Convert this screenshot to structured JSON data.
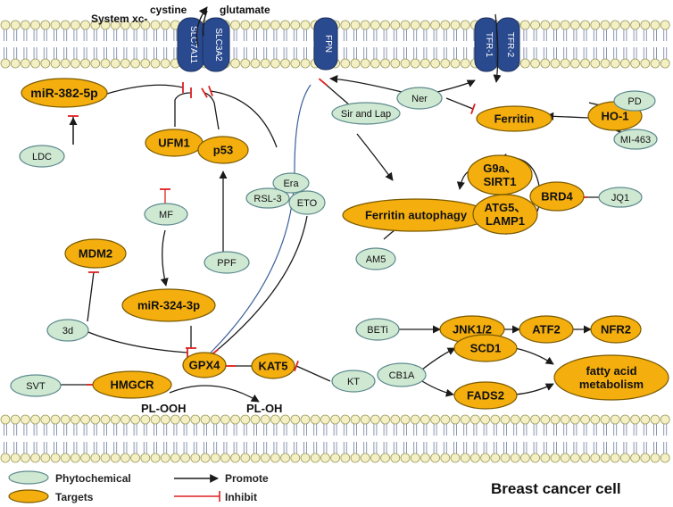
{
  "colors": {
    "phytochemical_fill": "#cfe8d2",
    "phytochemical_stroke": "#5e8a8e",
    "target_fill": "#f4ae0e",
    "target_stroke": "#7a5a00",
    "membrane_head": "#f5f0c4",
    "membrane_head_stroke": "#9a9a5e",
    "membrane_tail": "#7d8ca8",
    "channel_fill": "#2a4a8f",
    "promote": "#1a1a1a",
    "inhibit": "#e02020",
    "connector_blue": "#3a5f9a"
  },
  "header": {
    "system_xc": "System xc-",
    "cystine": "cystine",
    "glutamate": "glutamate"
  },
  "channels": {
    "slc7a11": "SLC7A11",
    "slc3a2": "SLC3A2",
    "fpn": "FPN",
    "tfr1": "TFR-1",
    "tfr2": "TFR-2"
  },
  "nodes": {
    "mir382": "miR-382-5p",
    "ldc": "LDC",
    "ufm1": "UFM1",
    "p53": "p53",
    "mf": "MF",
    "era": "Era",
    "rsl3": "RSL-3",
    "eto": "ETO",
    "sir_lap": "Sir and Lap",
    "ner": "Ner",
    "ferritin": "Ferritin",
    "ho1": "HO-1",
    "pd": "PD",
    "mi463": "MI-463",
    "g9a_1": "G9a、",
    "g9a_2": "SIRT1",
    "ferritin_autophagy": "Ferritin autophagy",
    "brd4": "BRD4",
    "jq1": "JQ1",
    "atg5_1": "ATG5、",
    "atg5_2": "LAMP1",
    "am5": "AM5",
    "mdm2": "MDM2",
    "ppf": "PPF",
    "mir324": "miR-324-3p",
    "d3": "3d",
    "gpx4": "GPX4",
    "kat5": "KAT5",
    "kt": "KT",
    "hmgcr": "HMGCR",
    "svt": "SVT",
    "pl_ooh": "PL-OOH",
    "pl_oh": "PL-OH",
    "beti": "BETi",
    "jnk": "JNK1/2",
    "atf2": "ATF2",
    "nfr2": "NFR2",
    "cb1a": "CB1A",
    "scd1": "SCD1",
    "fads2": "FADS2",
    "fatty_1": "fatty acid",
    "fatty_2": "metabolism"
  },
  "legend": {
    "phytochemical": "Phytochemical",
    "targets": "Targets",
    "promote": "Promote",
    "inhibit": "Inhibit"
  },
  "caption": "Breast cancer cell"
}
